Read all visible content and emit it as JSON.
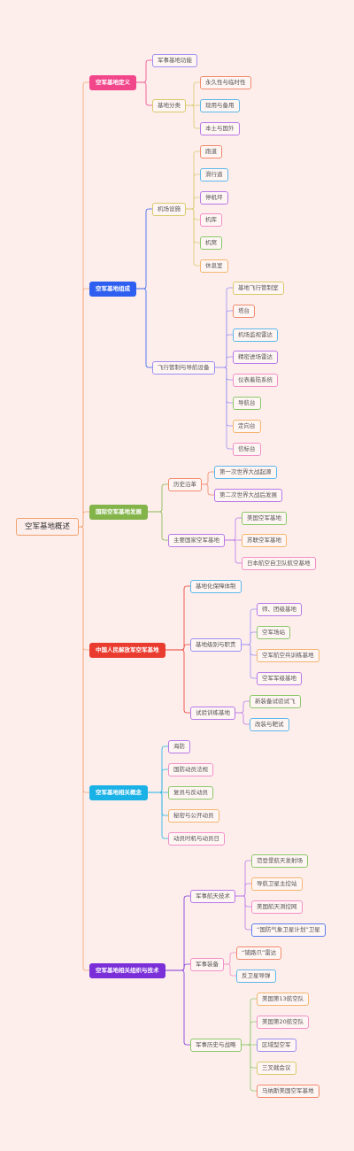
{
  "root": "空军基地概述",
  "branches": [
    {
      "label": "空军基地定义",
      "color": "#f2468b",
      "children": [
        {
          "label": "军事基地功能",
          "color": "#9b8ef0",
          "children": []
        },
        {
          "label": "基地分类",
          "color": "#d9c96b",
          "children": [
            {
              "label": "永久性与临时性",
              "color": "#f08a6c"
            },
            {
              "label": "现用与备用",
              "color": "#5cb8ea"
            },
            {
              "label": "本土与国外",
              "color": "#b877e8"
            }
          ]
        }
      ]
    },
    {
      "label": "空军基地组成",
      "color": "#2e5ff0",
      "children": [
        {
          "label": "机场设施",
          "color": "#d9c96b",
          "children": [
            {
              "label": "跑道",
              "color": "#f08a6c"
            },
            {
              "label": "滑行道",
              "color": "#5cb8ea"
            },
            {
              "label": "停机坪",
              "color": "#b877e8"
            },
            {
              "label": "机库",
              "color": "#f28fc7"
            },
            {
              "label": "机窝",
              "color": "#8bc76a"
            },
            {
              "label": "休息室",
              "color": "#f4b56e"
            }
          ]
        },
        {
          "label": "飞行管制与导航设备",
          "color": "#9b8ef0",
          "children": [
            {
              "label": "基地飞行管制室",
              "color": "#d9c96b"
            },
            {
              "label": "塔台",
              "color": "#f08a6c"
            },
            {
              "label": "机场监视雷达",
              "color": "#5cb8ea"
            },
            {
              "label": "精密进场雷达",
              "color": "#b877e8"
            },
            {
              "label": "仪表着陆系统",
              "color": "#f28fc7"
            },
            {
              "label": "导航台",
              "color": "#8bc76a"
            },
            {
              "label": "定向台",
              "color": "#f4b56e"
            },
            {
              "label": "信标台",
              "color": "#f28fc7"
            }
          ]
        }
      ]
    },
    {
      "label": "国际空军基地发展",
      "color": "#82b44a",
      "children": [
        {
          "label": "历史沿革",
          "color": "#f08a6c",
          "children": [
            {
              "label": "第一次世界大战起源",
              "color": "#5cb8ea"
            },
            {
              "label": "第二次世界大战后发展",
              "color": "#b877e8"
            }
          ]
        },
        {
          "label": "主要国家空军基地",
          "color": "#b877e8",
          "children": [
            {
              "label": "美国空军基地",
              "color": "#8bc76a"
            },
            {
              "label": "苏联空军基地",
              "color": "#f4b56e"
            },
            {
              "label": "日本航空自卫队航空基地",
              "color": "#f28fc7"
            }
          ]
        }
      ]
    },
    {
      "label": "中国人民解放军空军基地",
      "color": "#ea3b2f",
      "children": [
        {
          "label": "基地化保障体制",
          "color": "#5cb8ea",
          "children": []
        },
        {
          "label": "基地级别与职责",
          "color": "#9b8ef0",
          "children": [
            {
              "label": "师、团级基地",
              "color": "#b877e8"
            },
            {
              "label": "空军场站",
              "color": "#8bc76a"
            },
            {
              "label": "空军航空兵训练基地",
              "color": "#f4b56e"
            },
            {
              "label": "空军军级基地",
              "color": "#b877e8"
            }
          ]
        },
        {
          "label": "试验训练基地",
          "color": "#b877e8",
          "children": [
            {
              "label": "新装备试验试飞",
              "color": "#8bc76a"
            },
            {
              "label": "改装与靶试",
              "color": "#5cb8ea"
            }
          ]
        }
      ]
    },
    {
      "label": "空军基地相关概念",
      "color": "#1ab1e6",
      "children": [
        {
          "label": "海防",
          "color": "#b877e8",
          "children": []
        },
        {
          "label": "国防动员法规",
          "color": "#f28fc7",
          "children": []
        },
        {
          "label": "复员与反动员",
          "color": "#8bc76a",
          "children": []
        },
        {
          "label": "秘密与公开动员",
          "color": "#f4b56e",
          "children": []
        },
        {
          "label": "动员时机与动员日",
          "color": "#f28fc7",
          "children": []
        }
      ]
    },
    {
      "label": "空军基地相关组织与技术",
      "color": "#7a2fd9",
      "children": [
        {
          "label": "军事航天技术",
          "color": "#b877e8",
          "children": [
            {
              "label": "范登堡航天发射场",
              "color": "#8bc76a"
            },
            {
              "label": "导航卫星主控站",
              "color": "#f4b56e"
            },
            {
              "label": "美国航天测控网",
              "color": "#f28fc7"
            },
            {
              "label": "“国防气象卫星计划”卫星",
              "color": "#5c7ef0"
            }
          ]
        },
        {
          "label": "军事装备",
          "color": "#f28fc7",
          "children": [
            {
              "label": "“铺路爪”雷达",
              "color": "#f08a6c"
            },
            {
              "label": "反卫星导弹",
              "color": "#5cb8ea"
            }
          ]
        },
        {
          "label": "军事历史与战略",
          "color": "#8bc76a",
          "children": [
            {
              "label": "美国第13航空队",
              "color": "#f4b56e"
            },
            {
              "label": "美国第20航空队",
              "color": "#f28fc7"
            },
            {
              "label": "区域型空军",
              "color": "#9b8ef0"
            },
            {
              "label": "三叉戟会议",
              "color": "#d9c96b"
            },
            {
              "label": "马纳斯美国空军基地",
              "color": "#f08a6c"
            }
          ]
        }
      ]
    }
  ]
}
